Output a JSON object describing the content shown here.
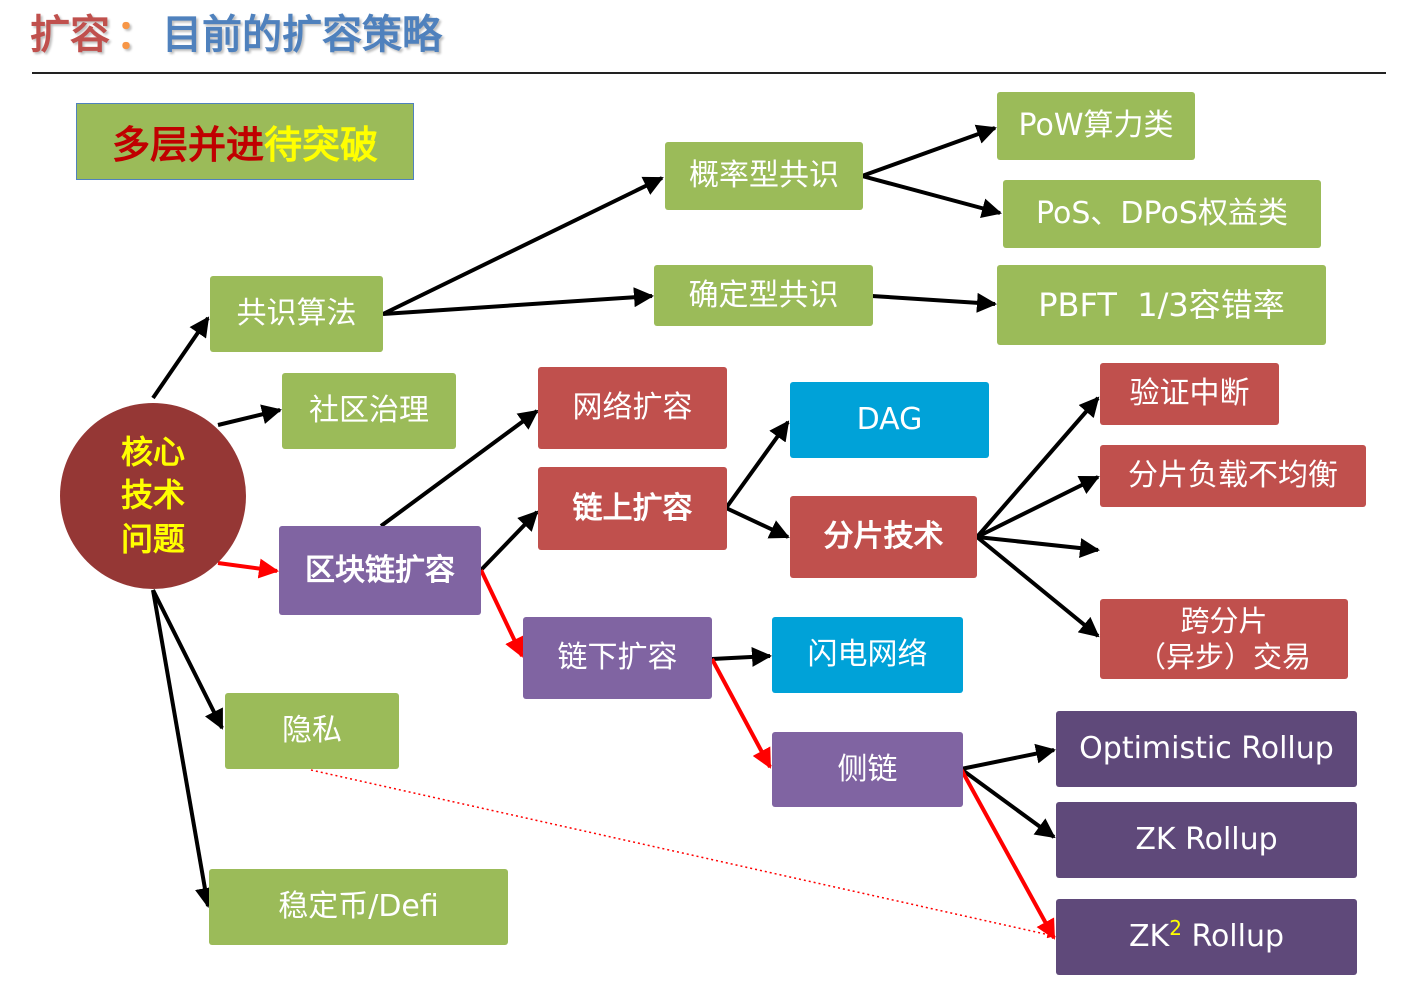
{
  "title": {
    "part1": "扩容",
    "colon": "：",
    "part2": "目前的扩容策略"
  },
  "banner": {
    "part1": "多层并进",
    "part2": "待突破"
  },
  "core": "核心技术问题",
  "nodes": {
    "consensus": "共识算法",
    "community": "社区治理",
    "blockchain_scaling": "区块链扩容",
    "privacy": "隐私",
    "stablecoin": "稳定币/Defi",
    "probabilistic": "概率型共识",
    "deterministic": "确定型共识",
    "pow": "PoW算力类",
    "pos": "PoS、DPoS权益类",
    "pbft": "PBFT  1/3容错率",
    "network_scaling": "网络扩容",
    "onchain": "链上扩容",
    "offchain": "链下扩容",
    "dag": "DAG",
    "sharding": "分片技术",
    "lightning": "闪电网络",
    "sidechain": "侧链",
    "verify_interrupt": "验证中断",
    "shard_imbalance": "分片负载不均衡",
    "cross_shard_line1": "跨分片",
    "cross_shard_line2": "（异步）交易",
    "optimistic": "Optimistic Rollup",
    "zk": "ZK Rollup",
    "zk2_prefix": "ZK",
    "zk2_sup": "2",
    "zk2_suffix": " Rollup"
  },
  "colors": {
    "green": "#9bbb59",
    "red": "#c0504d",
    "purple": "#8064a2",
    "dark_purple": "#5f497a",
    "blue": "#00a2d8",
    "core": "#953735",
    "core_text": "#ffff00",
    "title_red": "#c0504d",
    "title_blue": "#4f81bd",
    "arrow_black": "#000000",
    "arrow_red": "#ff0000"
  }
}
